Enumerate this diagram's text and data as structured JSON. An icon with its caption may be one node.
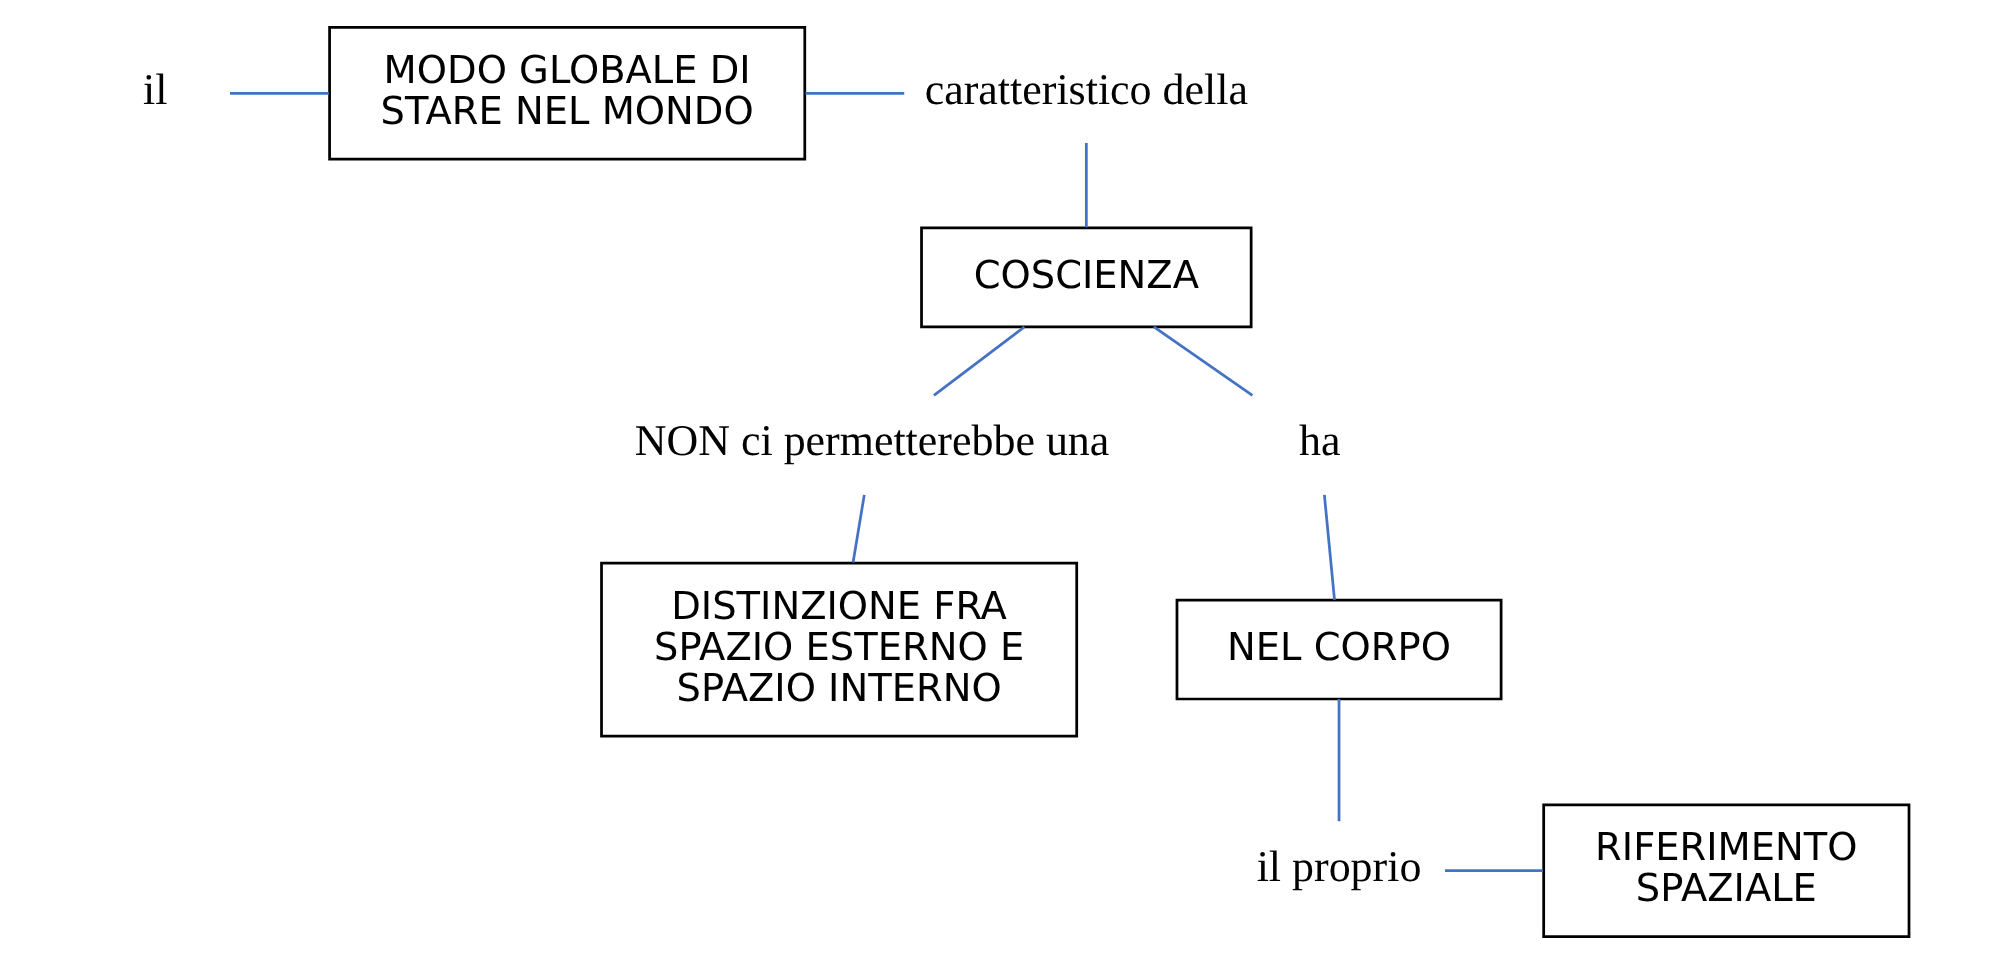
{
  "diagram": {
    "nodes": [
      {
        "text": [
          "il"
        ]
      },
      {
        "text": [
          "MODO GLOBALE DI STARE NEL MONDO"
        ]
      },
      {
        "text": [
          "caratteristico della"
        ]
      },
      {
        "text": [
          "COSCIENZA"
        ]
      },
      {
        "text": [
          "NON ci permetterebbe una"
        ]
      },
      {
        "text": [
          "DISTINZIONE FRA SPAZIO ESTERNO E SPAZIO INTERNO"
        ]
      },
      {
        "text": [
          "ha"
        ]
      },
      {
        "text": [
          "NEL CORPO"
        ]
      },
      {
        "text": [
          "il proprio"
        ]
      },
      {
        "text": [
          "RIFERIMENTO SPAZIALE"
        ]
      }
    ],
    "edges": [
      {
        "from": 0,
        "to": 1,
        "arrow": "none"
      },
      {
        "from": 1,
        "to": 2,
        "arrow": "none"
      },
      {
        "from": 2,
        "to": 3,
        "arrow": "none"
      },
      {
        "from": 3,
        "to": 4,
        "arrow": "none"
      },
      {
        "from": 4,
        "to": 5,
        "arrow": "none"
      },
      {
        "from": 3,
        "to": 6,
        "arrow": "none"
      },
      {
        "from": 6,
        "to": 7,
        "arrow": "none"
      },
      {
        "from": 7,
        "to": 8,
        "arrow": "none"
      },
      {
        "from": 8,
        "to": 9,
        "arrow": "none"
      }
    ]
  }
}
